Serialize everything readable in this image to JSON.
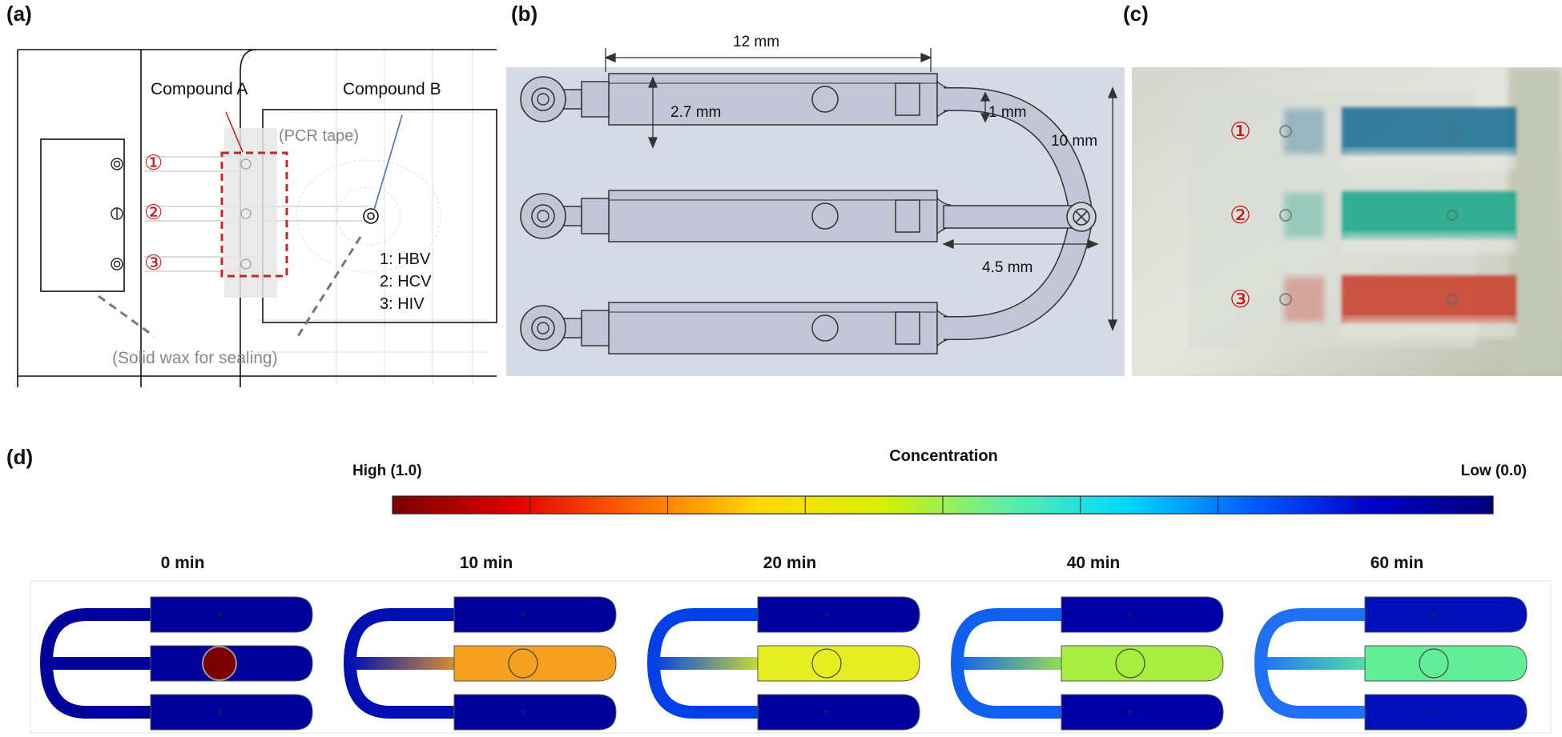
{
  "panels": {
    "a": {
      "letter": "(a)",
      "compound_a": "Compound  A",
      "compound_b": "Compound  B",
      "pcr_tape": "(PCR tape)",
      "solid_wax": "(Solid wax for sealing)",
      "markers": [
        "①",
        "②",
        "③"
      ],
      "legend": [
        "1: HBV",
        "2: HCV",
        "3: HIV"
      ],
      "colors": {
        "compound_a_line": "#cc2222",
        "compound_b_line": "#4a6fc4",
        "marker": "#cc1111"
      }
    },
    "b": {
      "letter": "(b)",
      "dim_length": "12 mm",
      "dim_width": "2.7 mm",
      "dim_channel": "1 mm",
      "dim_height": "10 mm",
      "dim_offset": "4.5 mm",
      "colors": {
        "background": "#d6d9e6",
        "body": "#c4c6d8",
        "edge": "#333333"
      }
    },
    "c": {
      "letter": "(c)",
      "markers": [
        "①",
        "②",
        "③"
      ],
      "colors": {
        "row1": "#1a6f95",
        "row2": "#1fa88a",
        "row3": "#c8412f",
        "marker": "#cc1111"
      }
    },
    "d": {
      "letter": "(d)",
      "colorbar": {
        "title": "Concentration",
        "high_label": "High (1.0)",
        "low_label": "Low (0.0)",
        "colors": [
          "#7a0000",
          "#e00000",
          "#ff6a00",
          "#ffd800",
          "#d8f000",
          "#60f0a0",
          "#00d8ff",
          "#0060ff",
          "#0000c8",
          "#00007a"
        ]
      },
      "snapshots": [
        {
          "label": "0 min",
          "center_color": "#00009a",
          "blob_color": "#7a0000",
          "top_color": "#00009a",
          "bottom_color": "#00009a",
          "loop_color": "#00009a"
        },
        {
          "label": "10 min",
          "center_color": "#f6a020",
          "top_color": "#00009a",
          "bottom_color": "#00009a",
          "loop_color": "#0010b0"
        },
        {
          "label": "20 min",
          "center_color": "#e4ee20",
          "top_color": "#0000a0",
          "bottom_color": "#0000a0",
          "loop_color": "#0040e8"
        },
        {
          "label": "40 min",
          "center_color": "#a8ee40",
          "top_color": "#0000a8",
          "bottom_color": "#0000a8",
          "loop_color": "#1060f0"
        },
        {
          "label": "60 min",
          "center_color": "#60ee98",
          "top_color": "#0010b8",
          "bottom_color": "#0010b8",
          "loop_color": "#2070f4"
        }
      ]
    }
  }
}
